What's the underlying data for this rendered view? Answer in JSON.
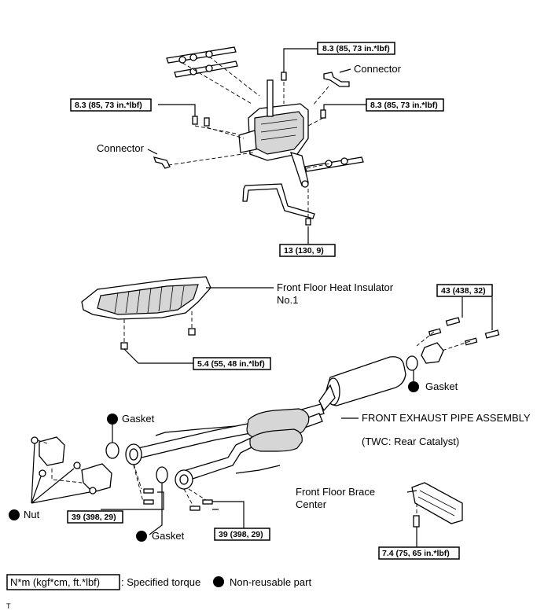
{
  "labels": {
    "connector_top": "Connector",
    "connector_left": "Connector",
    "insulator_line1": "Front Floor Heat Insulator",
    "insulator_line2": "No.1",
    "exhaust_assy": "FRONT EXHAUST PIPE ASSEMBLY",
    "twc": "(TWC: Rear Catalyst)",
    "brace_line1": "Front Floor Brace",
    "brace_line2": "Center",
    "gasket_rear": "Gasket",
    "gasket_front_top": "Gasket",
    "gasket_front_bottom": "Gasket",
    "nut": "Nut"
  },
  "torque": {
    "shift_top": "8.3 (85, 73 in.*lbf)",
    "shift_left": "8.3 (85, 73 in.*lbf)",
    "shift_right": "8.3 (85, 73 in.*lbf)",
    "shift_bottom": "13 (130, 9)",
    "insulator": "5.4 (55, 48 in.*lbf)",
    "rear_flange": "43 (438, 32)",
    "front_flange_left": "39 (398, 29)",
    "front_flange_right": "39 (398, 29)",
    "brace": "7.4 (75, 65  in.*lbf)"
  },
  "legend": {
    "torque_unit": "N*m (kgf*cm, ft.*lbf)",
    "torque_desc": ": Specified torque",
    "nonreusable": "Non-reusable part"
  },
  "footer": {
    "code": "T"
  }
}
